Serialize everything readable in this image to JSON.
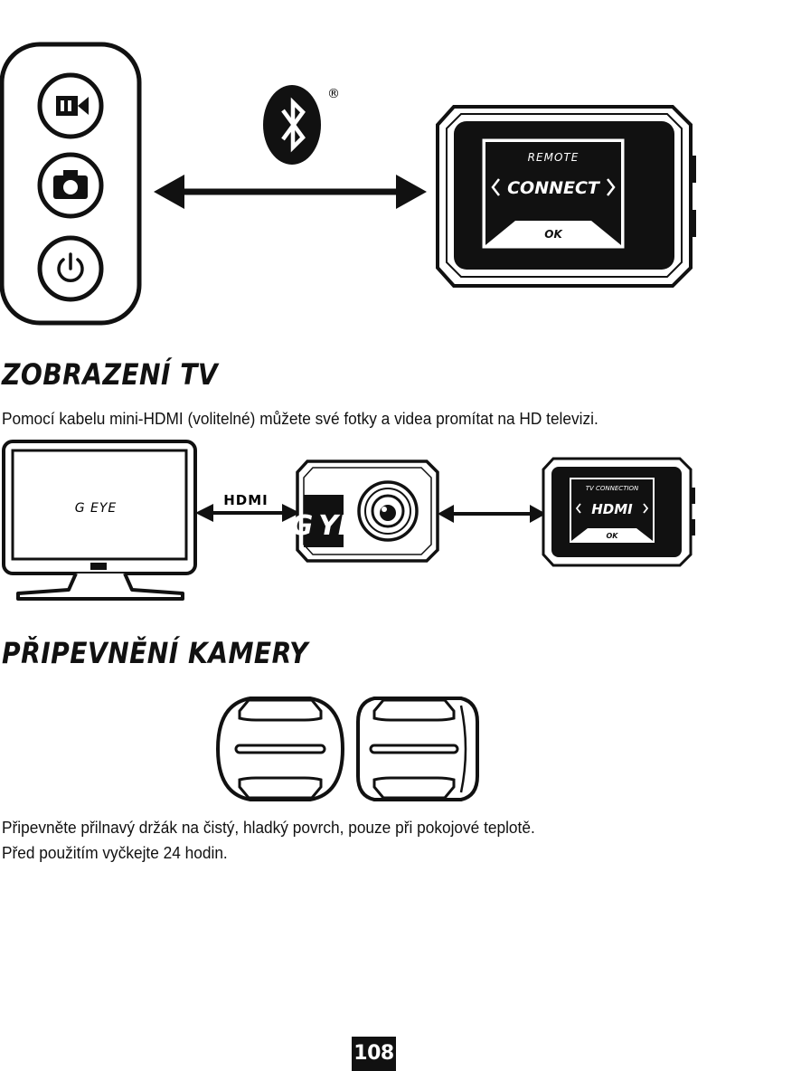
{
  "remote_figure": {
    "screen_label": "REMOTE",
    "screen_title": "CONNECT",
    "screen_ok": "OK",
    "bluetooth_mark": "®"
  },
  "tv_section": {
    "title": "ZOBRAZENÍ TV",
    "text": "Pomocí kabelu mini-HDMI (volitelné) můžete své fotky a videa promítat na HD televizi.",
    "tv_screen_brand": "G EYE",
    "cable_label": "HDMI",
    "camera_logo": "G YE",
    "screen_label": "TV CONNECTION",
    "screen_title": "HDMI",
    "screen_ok": "OK"
  },
  "mount_section": {
    "title": "PŘIPEVNĚNÍ KAMERY",
    "text_lines": [
      "Připevněte přilnavý držák na čistý, hladký povrch, pouze při pokojové teplotě.",
      "Před použitím vyčkejte 24 hodin."
    ]
  },
  "page_number": "108"
}
